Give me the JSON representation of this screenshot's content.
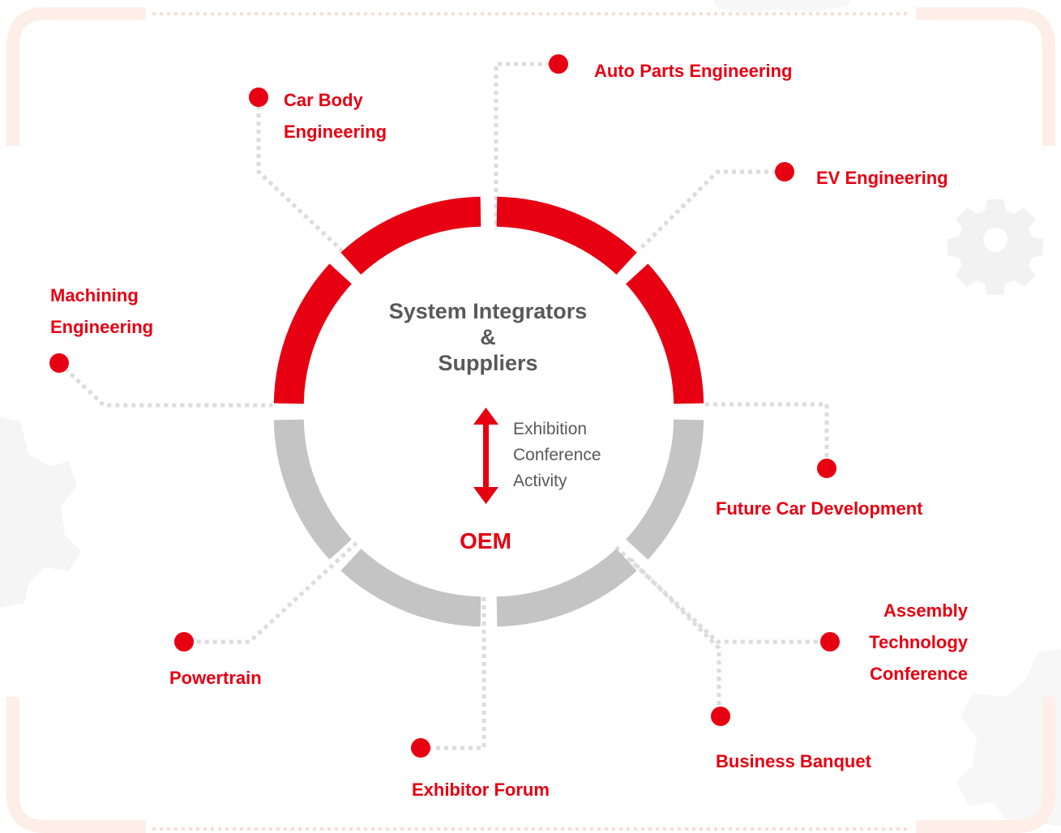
{
  "colors": {
    "accent": "#e60012",
    "ring_inactive": "#c4c4c4",
    "connector": "#dcdcdc",
    "text_dark": "#595959",
    "frame": "#fdeee7",
    "gear": "#f2f2f2"
  },
  "center": {
    "title_lines": [
      "System Integrators",
      "&",
      "Suppliers"
    ],
    "activities": [
      "Exhibition",
      "Conference",
      "Activity"
    ],
    "oem": "OEM"
  },
  "labels": {
    "car_body": [
      "Car Body",
      "Engineering"
    ],
    "auto_parts": "Auto Parts Engineering",
    "ev": "EV Engineering",
    "machining": [
      "Machining",
      "Engineering"
    ],
    "future_car": "Future Car Development",
    "assembly": [
      "Assembly",
      "Technology",
      "Conference"
    ],
    "business_banquet": "Business Banquet",
    "exhibitor_forum": "Exhibitor Forum",
    "powertrain": "Powertrain"
  }
}
